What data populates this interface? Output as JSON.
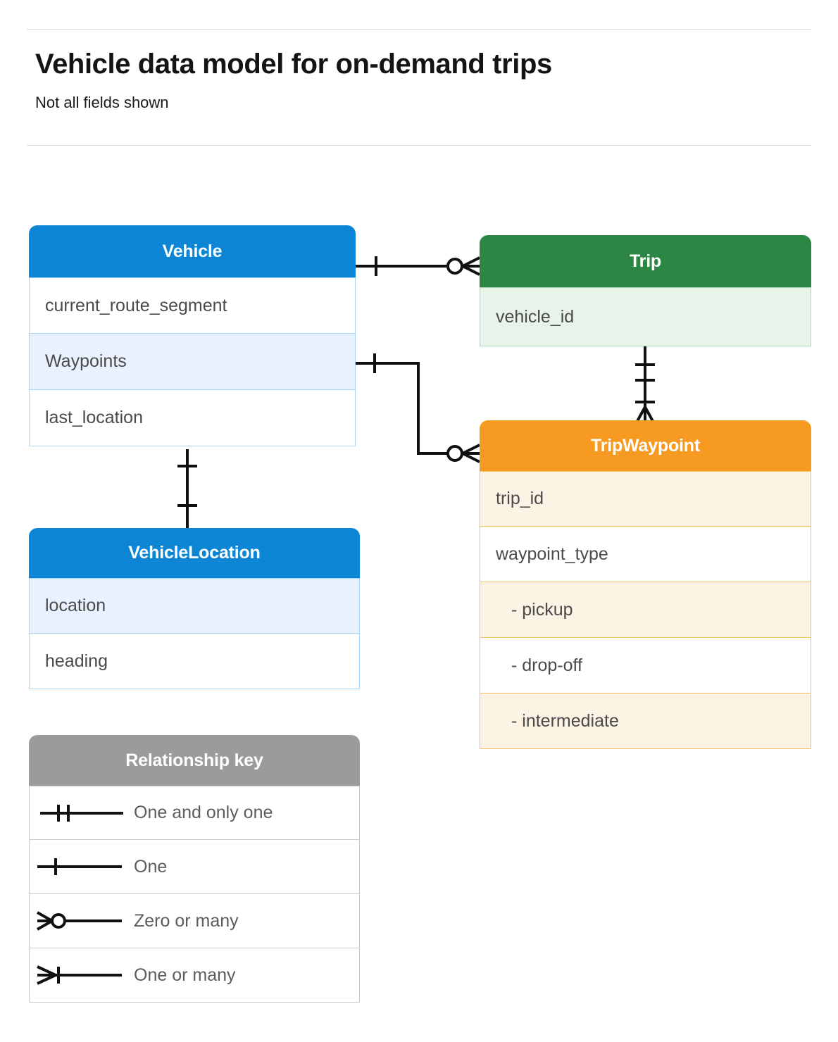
{
  "header": {
    "title": "Vehicle data model for on-demand trips",
    "subtitle": "Not all fields shown"
  },
  "entities": {
    "vehicle": {
      "name": "Vehicle",
      "color": "#0b85d4",
      "fields": [
        "current_route_segment",
        "Waypoints",
        "last_location"
      ]
    },
    "trip": {
      "name": "Trip",
      "color": "#2c8744",
      "fields": [
        "vehicle_id"
      ]
    },
    "trip_waypoint": {
      "name": "TripWaypoint",
      "color": "#f79a22",
      "fields": [
        "trip_id",
        "waypoint_type"
      ],
      "enum_values": [
        "-  pickup",
        "-  drop-off",
        "-  intermediate"
      ]
    },
    "vehicle_location": {
      "name": "VehicleLocation",
      "color": "#0b85d4",
      "fields": [
        "location",
        "heading"
      ]
    }
  },
  "legend": {
    "title": "Relationship key",
    "color": "#9b9b9b",
    "items": [
      {
        "symbol": "one-and-only-one",
        "label": "One and only one"
      },
      {
        "symbol": "one",
        "label": "One"
      },
      {
        "symbol": "zero-or-many",
        "label": "Zero or many"
      },
      {
        "symbol": "one-or-many",
        "label": "One or many"
      }
    ]
  },
  "relationships": [
    {
      "from": "Vehicle",
      "to": "Trip",
      "from_cardinality": "one",
      "to_cardinality": "zero-or-many"
    },
    {
      "from": "Vehicle.Waypoints",
      "to": "TripWaypoint",
      "from_cardinality": "one",
      "to_cardinality": "zero-or-many"
    },
    {
      "from": "Trip",
      "to": "TripWaypoint",
      "from_cardinality": "one-and-only-one",
      "to_cardinality": "one-or-many"
    },
    {
      "from": "Vehicle",
      "to": "VehicleLocation",
      "from_cardinality": "one",
      "to_cardinality": "one"
    }
  ]
}
